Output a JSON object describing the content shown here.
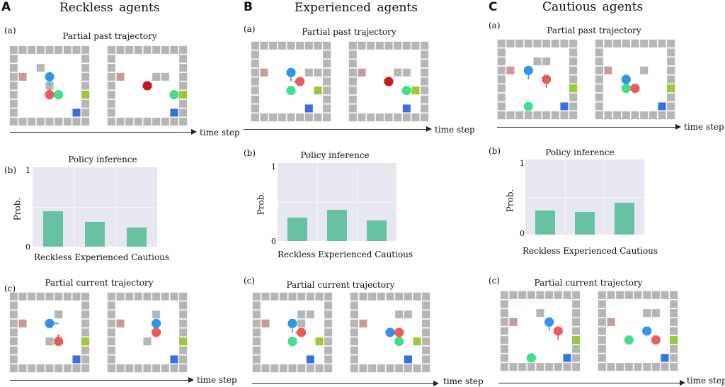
{
  "panels": [
    {
      "letter": "A",
      "title": "Reckless   agents",
      "section_a": "(a)",
      "past_title": "Partial past trajectory",
      "time_label": "time step",
      "section_b": "(b)",
      "policy_title": "Policy inference",
      "section_c": "(c)",
      "current_title": "Partial current trajectory",
      "chart": {
        "y_label": "Prob.",
        "y_tick_high": "1",
        "y_tick_low": "0",
        "x_labels": "Reckless Experienced  Cautious"
      },
      "past_grids": [
        {
          "walls": [
            [
              3,
              2
            ],
            [
              4,
              4
            ]
          ],
          "pink": [
            1,
            3
          ],
          "yellow": [
            8,
            5
          ],
          "blue": [
            7,
            7
          ],
          "agents": [
            {
              "c": "blue",
              "x": 4,
              "y": 3
            },
            {
              "c": "red",
              "x": 4,
              "y": 5
            },
            {
              "c": "green",
              "x": 5,
              "y": 5
            }
          ],
          "arrows": [
            {
              "x1": 4,
              "y1": 3,
              "x2": 4,
              "y2": 4,
              "c": "#3a9be8"
            },
            {
              "x1": 4,
              "y1": 5,
              "x2": 4,
              "y2": 4.3,
              "c": "#e05a5a"
            }
          ]
        },
        {
          "walls": [
            [
              5,
              3
            ],
            [
              6,
              3
            ]
          ],
          "pink": [
            1,
            3
          ],
          "yellow": [
            8,
            5
          ],
          "blue": [
            7,
            7
          ],
          "agents": [
            {
              "c": "dark",
              "x": 4,
              "y": 4
            },
            {
              "c": "green",
              "x": 7,
              "y": 5
            }
          ],
          "arrows": []
        }
      ],
      "cur_grids": [
        {
          "walls": [
            [
              5,
              2
            ],
            [
              4,
              5
            ]
          ],
          "pink": [
            1,
            3
          ],
          "yellow": [
            8,
            5
          ],
          "blue": [
            7,
            7
          ],
          "agents": [
            {
              "c": "blue",
              "x": 4,
              "y": 3
            },
            {
              "c": "red",
              "x": 5,
              "y": 5
            }
          ],
          "arrows": [
            {
              "x1": 4,
              "y1": 3,
              "x2": 5,
              "y2": 3,
              "c": "#3a9be8"
            },
            {
              "x1": 5,
              "y1": 5,
              "x2": 5,
              "y2": 4.2,
              "c": "#e05a5a"
            }
          ]
        },
        {
          "walls": [
            [
              5,
              2
            ],
            [
              4,
              5
            ]
          ],
          "pink": [
            1,
            3
          ],
          "yellow": [
            8,
            5
          ],
          "blue": [
            7,
            7
          ],
          "agents": [
            {
              "c": "blue",
              "x": 5,
              "y": 3
            },
            {
              "c": "red",
              "x": 5,
              "y": 4
            }
          ],
          "arrows": []
        }
      ]
    },
    {
      "letter": "B",
      "title": "Experienced   agents",
      "section_a": "(a)",
      "past_title": "Partial past trajectory",
      "time_label": "time step",
      "section_b": "(b)",
      "policy_title": "Policy inference",
      "section_c": "(c)",
      "current_title": "Partial current trajectory",
      "chart": {
        "y_label": "Prob.",
        "y_tick_high": "1",
        "y_tick_low": "0",
        "x_labels": "Reckless Experienced Cautious"
      },
      "past_grids": [
        {
          "walls": [
            [
              6,
              3
            ],
            [
              7,
              3
            ]
          ],
          "pink": [
            1,
            3
          ],
          "yellow": [
            7,
            5
          ],
          "blue": [
            6,
            7
          ],
          "agents": [
            {
              "c": "blue",
              "x": 4,
              "y": 3
            },
            {
              "c": "red",
              "x": 5,
              "y": 4
            },
            {
              "c": "green",
              "x": 4,
              "y": 5
            }
          ],
          "arrows": [
            {
              "x1": 4,
              "y1": 3,
              "x2": 4,
              "y2": 4,
              "c": "#3a9be8"
            },
            {
              "x1": 5,
              "y1": 4,
              "x2": 4.3,
              "y2": 4,
              "c": "#e05a5a"
            }
          ]
        },
        {
          "walls": [
            [
              5,
              3
            ],
            [
              6,
              3
            ]
          ],
          "pink": [
            1,
            3
          ],
          "yellow": [
            7,
            5
          ],
          "blue": [
            6,
            7
          ],
          "agents": [
            {
              "c": "dark",
              "x": 4,
              "y": 4
            },
            {
              "c": "green",
              "x": 6,
              "y": 5
            }
          ],
          "arrows": []
        }
      ],
      "cur_grids": [
        {
          "walls": [
            [
              5,
              2
            ],
            [
              6,
              2
            ],
            [
              5,
              3
            ]
          ],
          "pink": [
            1,
            3
          ],
          "yellow": [
            7,
            5
          ],
          "blue": [
            6,
            7
          ],
          "agents": [
            {
              "c": "blue",
              "x": 4,
              "y": 3
            },
            {
              "c": "red",
              "x": 5,
              "y": 4
            },
            {
              "c": "green",
              "x": 4,
              "y": 5
            }
          ],
          "arrows": [
            {
              "x1": 4,
              "y1": 3,
              "x2": 4,
              "y2": 4,
              "c": "#3a9be8"
            },
            {
              "x1": 5,
              "y1": 4,
              "x2": 4.3,
              "y2": 4,
              "c": "#e05a5a"
            }
          ]
        },
        {
          "walls": [
            [
              5,
              2
            ],
            [
              6,
              2
            ]
          ],
          "pink": [
            1,
            3
          ],
          "yellow": [
            7,
            5
          ],
          "blue": [
            6,
            7
          ],
          "agents": [
            {
              "c": "blue",
              "x": 4,
              "y": 4
            },
            {
              "c": "red",
              "x": 5,
              "y": 4
            },
            {
              "c": "green",
              "x": 5,
              "y": 5
            }
          ],
          "arrows": []
        }
      ]
    },
    {
      "letter": "C",
      "title": "Cautious   agents",
      "section_a": "(a)",
      "past_title": "Partial past trajectory",
      "time_label": "time step",
      "section_b": "(b)",
      "policy_title": "Policy inference",
      "section_c": "(c)",
      "current_title": "Partial current trajectory",
      "chart": {
        "y_label": "Prob.",
        "y_tick_high": "1",
        "y_tick_low": "0",
        "x_labels": "Reckless Experienced Cautious"
      },
      "past_grids": [
        {
          "walls": [
            [
              4,
              2
            ],
            [
              5,
              2
            ]
          ],
          "pink": [
            1,
            3
          ],
          "yellow": [
            8,
            5
          ],
          "blue": [
            7,
            7
          ],
          "agents": [
            {
              "c": "blue",
              "x": 3,
              "y": 3
            },
            {
              "c": "red",
              "x": 5,
              "y": 4
            },
            {
              "c": "green",
              "x": 3,
              "y": 7
            }
          ],
          "arrows": [
            {
              "x1": 3,
              "y1": 3,
              "x2": 3,
              "y2": 4,
              "c": "#3a9be8"
            },
            {
              "x1": 5,
              "y1": 4,
              "x2": 5,
              "y2": 5,
              "c": "#e05a5a"
            }
          ]
        },
        {
          "walls": [
            [
              5,
              3
            ]
          ],
          "pink": [
            1,
            3
          ],
          "yellow": [
            8,
            5
          ],
          "blue": [
            7,
            7
          ],
          "agents": [
            {
              "c": "blue",
              "x": 3,
              "y": 4
            },
            {
              "c": "green",
              "x": 3,
              "y": 5
            },
            {
              "c": "red",
              "x": 4,
              "y": 5
            }
          ],
          "arrows": []
        }
      ],
      "cur_grids": [
        {
          "walls": [
            [
              4,
              2
            ]
          ],
          "pink": [
            1,
            3
          ],
          "yellow": [
            8,
            5
          ],
          "blue": [
            7,
            7
          ],
          "agents": [
            {
              "c": "blue",
              "x": 5,
              "y": 3
            },
            {
              "c": "red",
              "x": 6,
              "y": 4
            },
            {
              "c": "green",
              "x": 3,
              "y": 7
            }
          ],
          "arrows": [
            {
              "x1": 5,
              "y1": 3,
              "x2": 5,
              "y2": 4,
              "c": "#3a9be8"
            },
            {
              "x1": 6,
              "y1": 4,
              "x2": 6,
              "y2": 5,
              "c": "#e05a5a"
            }
          ]
        },
        {
          "walls": [
            [
              5,
              2
            ],
            [
              6,
              2
            ]
          ],
          "pink": [
            1,
            3
          ],
          "yellow": [
            8,
            5
          ],
          "blue": [
            7,
            7
          ],
          "agents": [
            {
              "c": "blue",
              "x": 5,
              "y": 4
            },
            {
              "c": "red",
              "x": 6,
              "y": 5
            },
            {
              "c": "green",
              "x": 3,
              "y": 5
            }
          ],
          "arrows": []
        }
      ]
    }
  ],
  "colors": {
    "wall": "#b5b5b5",
    "floor": "#ffffff",
    "pink": "#c99a9a",
    "yellow": "#9cc934",
    "blue_goal": "#3a6ee8",
    "agent_blue": "#2f95ea",
    "agent_red": "#ea5b5b",
    "agent_green": "#3ee08a",
    "agent_dark": "#c41a1a",
    "bar": "#66c2a3",
    "plot_bg": "#e7e7f1"
  },
  "chart_data": [
    {
      "type": "bar",
      "categories": [
        "Reckless",
        "Experienced",
        "Cautious"
      ],
      "values": [
        0.45,
        0.31,
        0.24
      ],
      "ylabel": "Prob.",
      "ylim": [
        0,
        1
      ]
    },
    {
      "type": "bar",
      "categories": [
        "Reckless",
        "Experienced",
        "Cautious"
      ],
      "values": [
        0.3,
        0.4,
        0.26
      ],
      "ylabel": "Prob.",
      "ylim": [
        0,
        1
      ]
    },
    {
      "type": "bar",
      "categories": [
        "Reckless",
        "Experienced",
        "Cautious"
      ],
      "values": [
        0.32,
        0.3,
        0.42
      ],
      "ylabel": "Prob.",
      "ylim": [
        0,
        1
      ]
    }
  ]
}
